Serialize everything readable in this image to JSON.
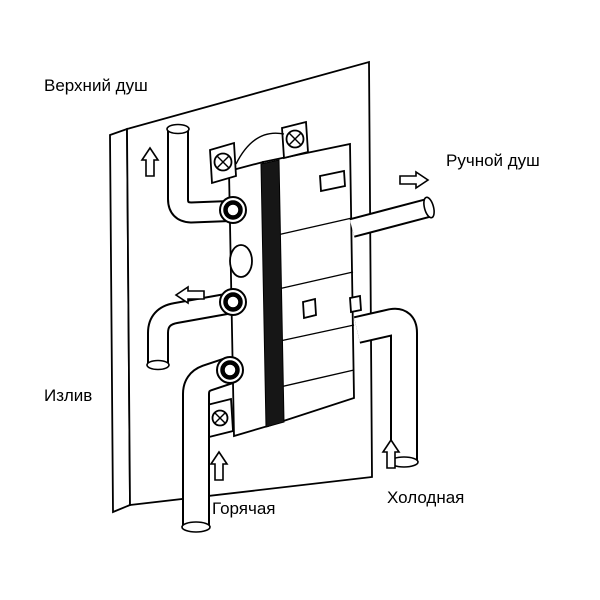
{
  "diagram": {
    "labels": {
      "top_shower": "Верхний душ",
      "hand_shower": "Ручной душ",
      "spout": "Излив",
      "hot": "Горячая",
      "cold": "Холодная"
    },
    "arrows": [
      {
        "name": "top-shower-flow",
        "direction": "up"
      },
      {
        "name": "hand-shower-flow",
        "direction": "right"
      },
      {
        "name": "spout-flow",
        "direction": "left"
      },
      {
        "name": "hot-inlet-flow",
        "direction": "up"
      },
      {
        "name": "cold-inlet-flow",
        "direction": "up"
      }
    ],
    "colors": {
      "background": "#ffffff",
      "line": "#000000",
      "valve_band": "#161616"
    }
  }
}
